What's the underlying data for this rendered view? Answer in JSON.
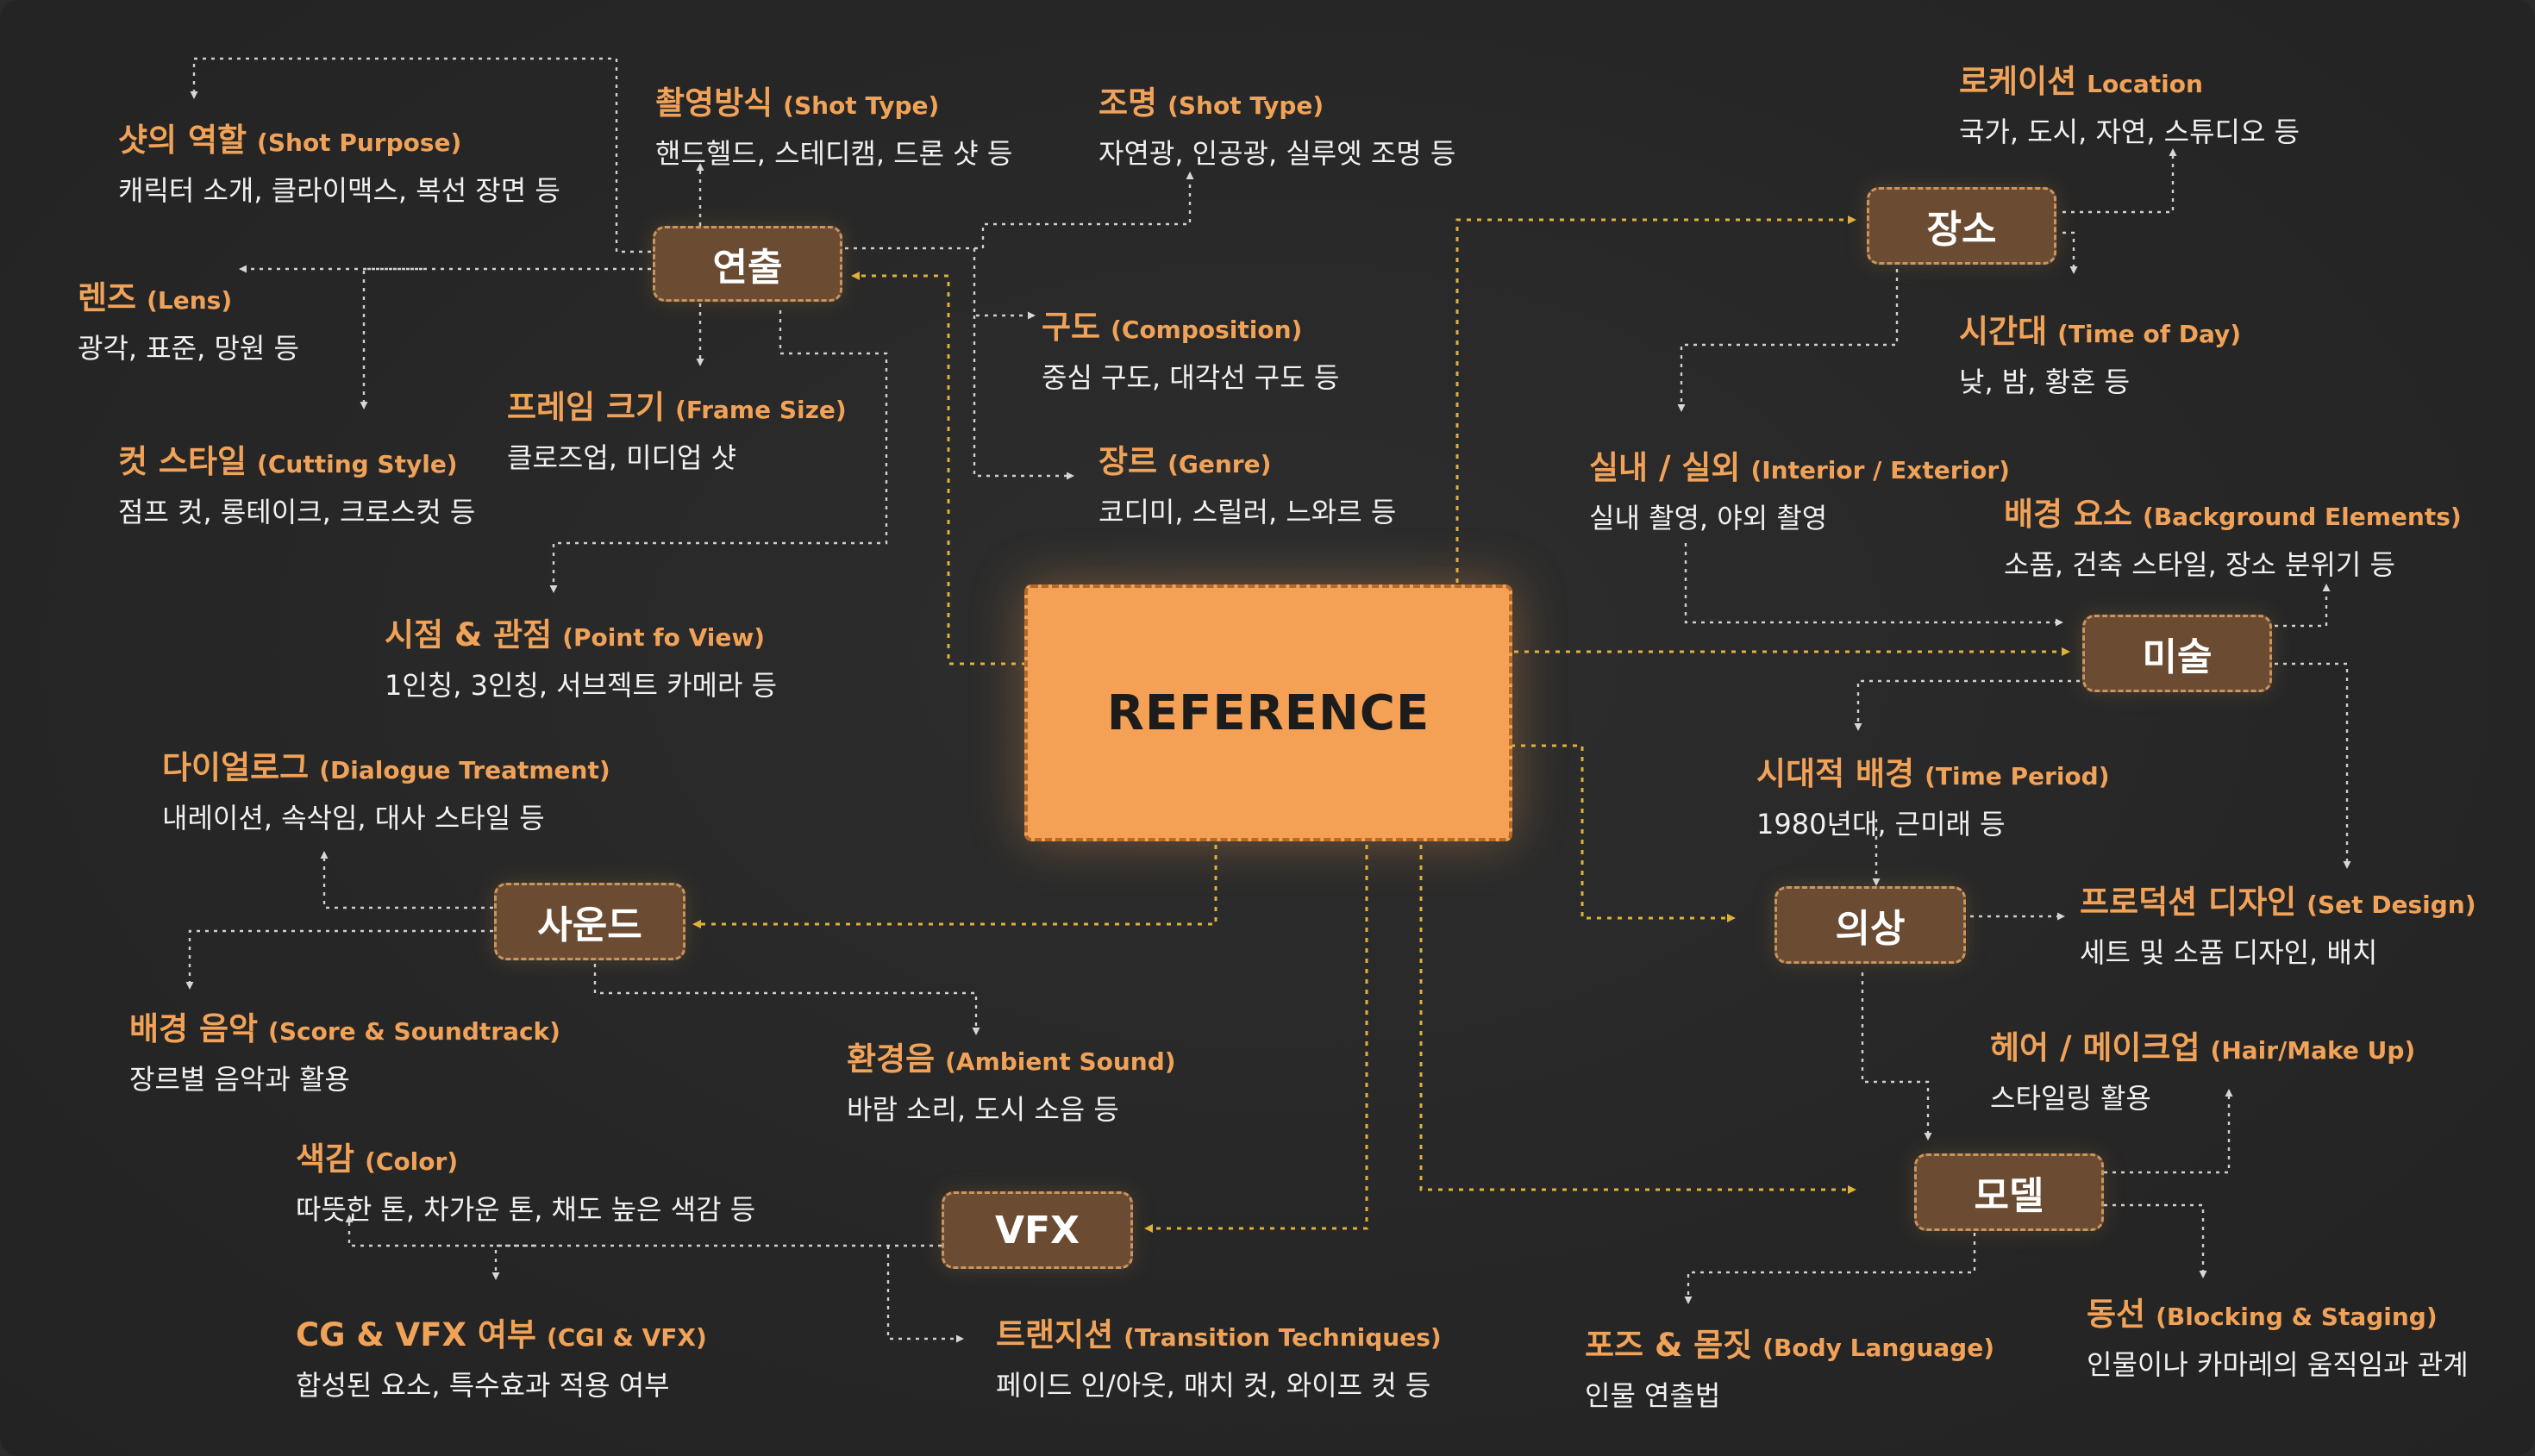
{
  "center": {
    "label": "REFERENCE"
  },
  "groups": [
    {
      "id": "directing",
      "label": "연출"
    },
    {
      "id": "location",
      "label": "장소"
    },
    {
      "id": "art",
      "label": "미술"
    },
    {
      "id": "costume",
      "label": "의상"
    },
    {
      "id": "model",
      "label": "모델"
    },
    {
      "id": "sound",
      "label": "사운드"
    },
    {
      "id": "vfx",
      "label": "VFX"
    }
  ],
  "topics": [
    {
      "id": "shot-purpose",
      "title": "샷의 역할",
      "en": "(Shot Purpose)",
      "desc": "캐릭터 소개, 클라이맥스, 복선 장면 등"
    },
    {
      "id": "shot-type",
      "title": "촬영방식",
      "en": "(Shot Type)",
      "desc": "핸드헬드, 스테디캠, 드론 샷 등"
    },
    {
      "id": "lighting",
      "title": "조명",
      "en": "(Shot Type)",
      "desc": "자연광, 인공광, 실루엣 조명 등"
    },
    {
      "id": "lens",
      "title": "렌즈",
      "en": "(Lens)",
      "desc": "광각, 표준, 망원 등"
    },
    {
      "id": "composition",
      "title": "구도",
      "en": "(Composition)",
      "desc": "중심 구도, 대각선 구도 등"
    },
    {
      "id": "frame-size",
      "title": "프레임 크기",
      "en": "(Frame Size)",
      "desc": "클로즈업, 미디업 샷"
    },
    {
      "id": "cutting-style",
      "title": "컷 스타일",
      "en": "(Cutting Style)",
      "desc": "점프 컷, 롱테이크, 크로스컷 등"
    },
    {
      "id": "genre",
      "title": "장르",
      "en": "(Genre)",
      "desc": "코디미, 스릴러, 느와르 등"
    },
    {
      "id": "pov",
      "title": "시점 & 관점",
      "en": "(Point fo View)",
      "desc": "1인칭, 3인칭, 서브젝트 카메라 등"
    },
    {
      "id": "location-detail",
      "title": "로케이션",
      "en": "Location",
      "desc": "국가, 도시, 자연, 스튜디오 등"
    },
    {
      "id": "time-of-day",
      "title": "시간대",
      "en": "(Time of Day)",
      "desc": "낮, 밤, 황혼 등"
    },
    {
      "id": "interior-exterior",
      "title": "실내 / 실외",
      "en": "(Interior / Exterior)",
      "desc": "실내 촬영, 야외 촬영"
    },
    {
      "id": "background-elements",
      "title": "배경 요소",
      "en": "(Background Elements)",
      "desc": "소품, 건축 스타일, 장소 분위기 등"
    },
    {
      "id": "time-period",
      "title": "시대적 배경",
      "en": "(Time Period)",
      "desc": "1980년대, 근미래 등"
    },
    {
      "id": "set-design",
      "title": "프로덕션 디자인",
      "en": "(Set Design)",
      "desc": "세트 및 소품 디자인, 배치"
    },
    {
      "id": "hair-makeup",
      "title": "헤어 / 메이크업",
      "en": "(Hair/Make Up)",
      "desc": "스타일링 활용"
    },
    {
      "id": "blocking",
      "title": "동선",
      "en": "(Blocking & Staging)",
      "desc": "인물이나 카마레의 움직임과 관계"
    },
    {
      "id": "body-language",
      "title": "포즈 & 몸짓",
      "en": "(Body Language)",
      "desc": "인물 연출법"
    },
    {
      "id": "dialogue",
      "title": "다이얼로그",
      "en": "(Dialogue Treatment)",
      "desc": "내레이션, 속삭임, 대사 스타일 등"
    },
    {
      "id": "score",
      "title": "배경 음악",
      "en": "(Score & Soundtrack)",
      "desc": "장르별 음악과 활용"
    },
    {
      "id": "ambient",
      "title": "환경음",
      "en": "(Ambient Sound)",
      "desc": "바람 소리, 도시 소음 등"
    },
    {
      "id": "color",
      "title": "색감",
      "en": "(Color)",
      "desc": "따뜻한 톤, 차가운 톤, 채도 높은 색감 등"
    },
    {
      "id": "cg-vfx",
      "title": "CG & VFX 여부",
      "en": "(CGI & VFX)",
      "desc": "합성된 요소, 특수효과 적용 여부"
    },
    {
      "id": "transition",
      "title": "트랜지션",
      "en": "(Transition Techniques)",
      "desc": "페이드 인/아웃, 매치 컷, 와이프 컷 등"
    }
  ],
  "colors": {
    "accent": "#f0a258",
    "node_fill": "#6b4c33",
    "center_fill": "#f4a155",
    "background": "#262626"
  }
}
